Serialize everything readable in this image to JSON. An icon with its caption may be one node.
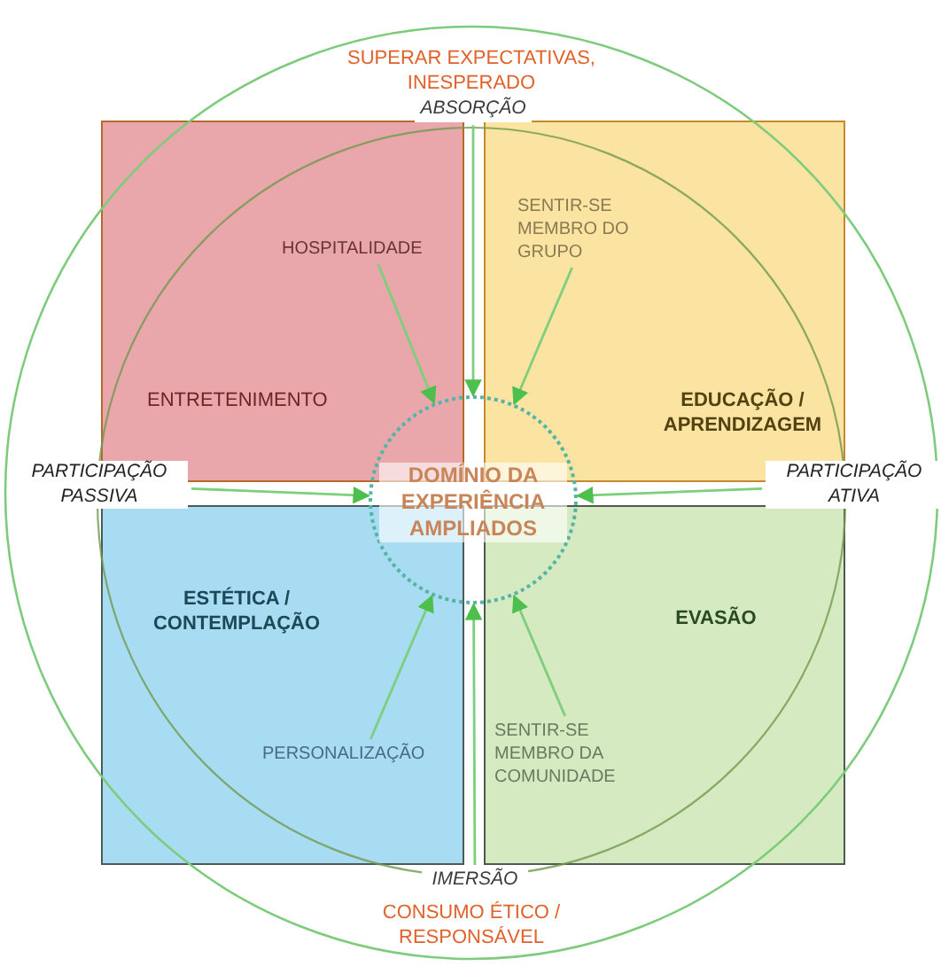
{
  "diagram": {
    "nodes": [
      {
        "text": [
          "ENTRETENIMENTO"
        ]
      },
      {
        "text": [
          "HOSPITALIDADE"
        ],
        "in": 0
      },
      {
        "text": [
          "EDUCAÇÃO / APRENDIZAGEM"
        ]
      },
      {
        "text": [
          "SENTIR-SE MEMBRO DO GRUPO"
        ],
        "in": 2
      },
      {
        "text": [
          "ESTÉTICA / CONTEMPLAÇÃO"
        ]
      },
      {
        "text": [
          "PERSONALIZAÇÃO"
        ],
        "in": 4
      },
      {
        "text": [
          "EVASÃO"
        ]
      },
      {
        "text": [
          "SENTIR-SE MEMBRO DA COMUNIDADE"
        ],
        "in": 6
      },
      {
        "text": [
          "DOMÍNIO DA EXPERIÊNCIA AMPLIADOS"
        ]
      },
      {
        "text": [
          "ABSORÇÃO"
        ]
      },
      {
        "text": [
          "IMERSÃO"
        ]
      },
      {
        "text": [
          "PARTICIPAÇÃO PASSIVA"
        ]
      },
      {
        "text": [
          "PARTICIPAÇÃO ATIVA"
        ]
      }
    ],
    "edges": [
      {
        "from": 1,
        "to": 8,
        "arrow": "to"
      },
      {
        "from": 3,
        "to": 8,
        "arrow": "to"
      },
      {
        "from": 5,
        "to": 8,
        "arrow": "to"
      },
      {
        "from": 7,
        "to": 8,
        "arrow": "to"
      },
      {
        "from": 9,
        "to": 8,
        "arrow": "to"
      },
      {
        "from": 10,
        "to": 8,
        "arrow": "to"
      },
      {
        "from": 11,
        "to": 8,
        "arrow": "to"
      },
      {
        "from": 12,
        "to": 8,
        "arrow": "to"
      }
    ],
    "labels": [
      "SUPERAR EXPECTATIVAS, INESPERADO",
      "CONSUMO ÉTICO / RESPONSÁVEL"
    ]
  }
}
